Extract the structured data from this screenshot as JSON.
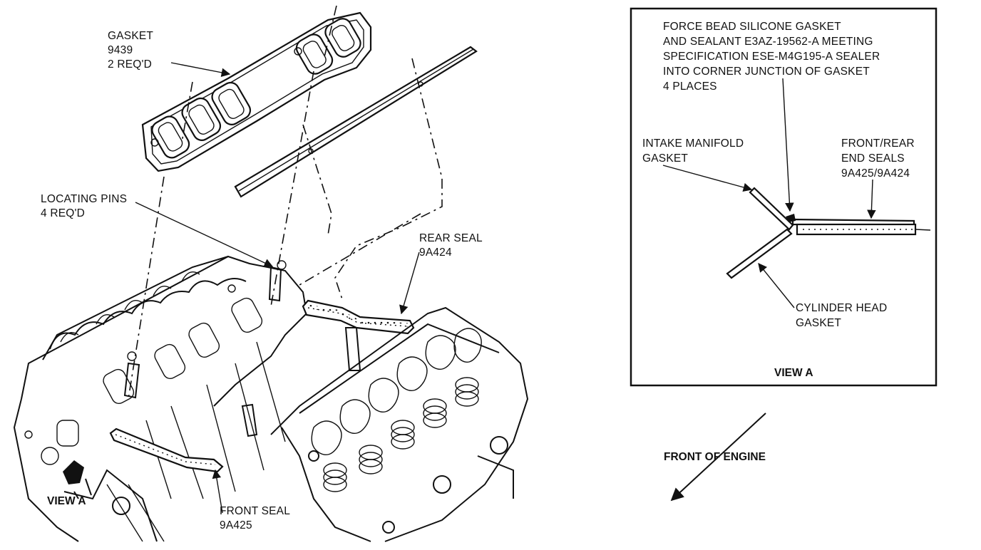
{
  "labels": {
    "gasket": [
      "GASKET",
      "9439",
      "2 REQ'D"
    ],
    "locating_pins": [
      "LOCATING PINS",
      "4 REQ'D"
    ],
    "rear_seal": [
      "REAR SEAL",
      "9A424"
    ],
    "front_seal": [
      "FRONT SEAL",
      "9A425"
    ],
    "view_a_callout": "VIEW A",
    "front_of_engine": "FRONT OF ENGINE"
  },
  "inset": {
    "sealer_note": [
      "FORCE BEAD SILICONE GASKET",
      "AND SEALANT E3AZ-19562-A MEETING",
      "SPECIFICATION ESE-M4G195-A SEALER",
      "INTO CORNER JUNCTION OF GASKET",
      "4 PLACES"
    ],
    "intake_manifold_gasket": [
      "INTAKE MANIFOLD",
      "GASKET"
    ],
    "end_seals": [
      "FRONT/REAR",
      "END SEALS",
      "9A425/9A424"
    ],
    "cylinder_head_gasket": [
      "CYLINDER HEAD",
      "GASKET"
    ],
    "caption": "VIEW A"
  },
  "icons": {
    "arrow": "direction-arrow-icon"
  }
}
